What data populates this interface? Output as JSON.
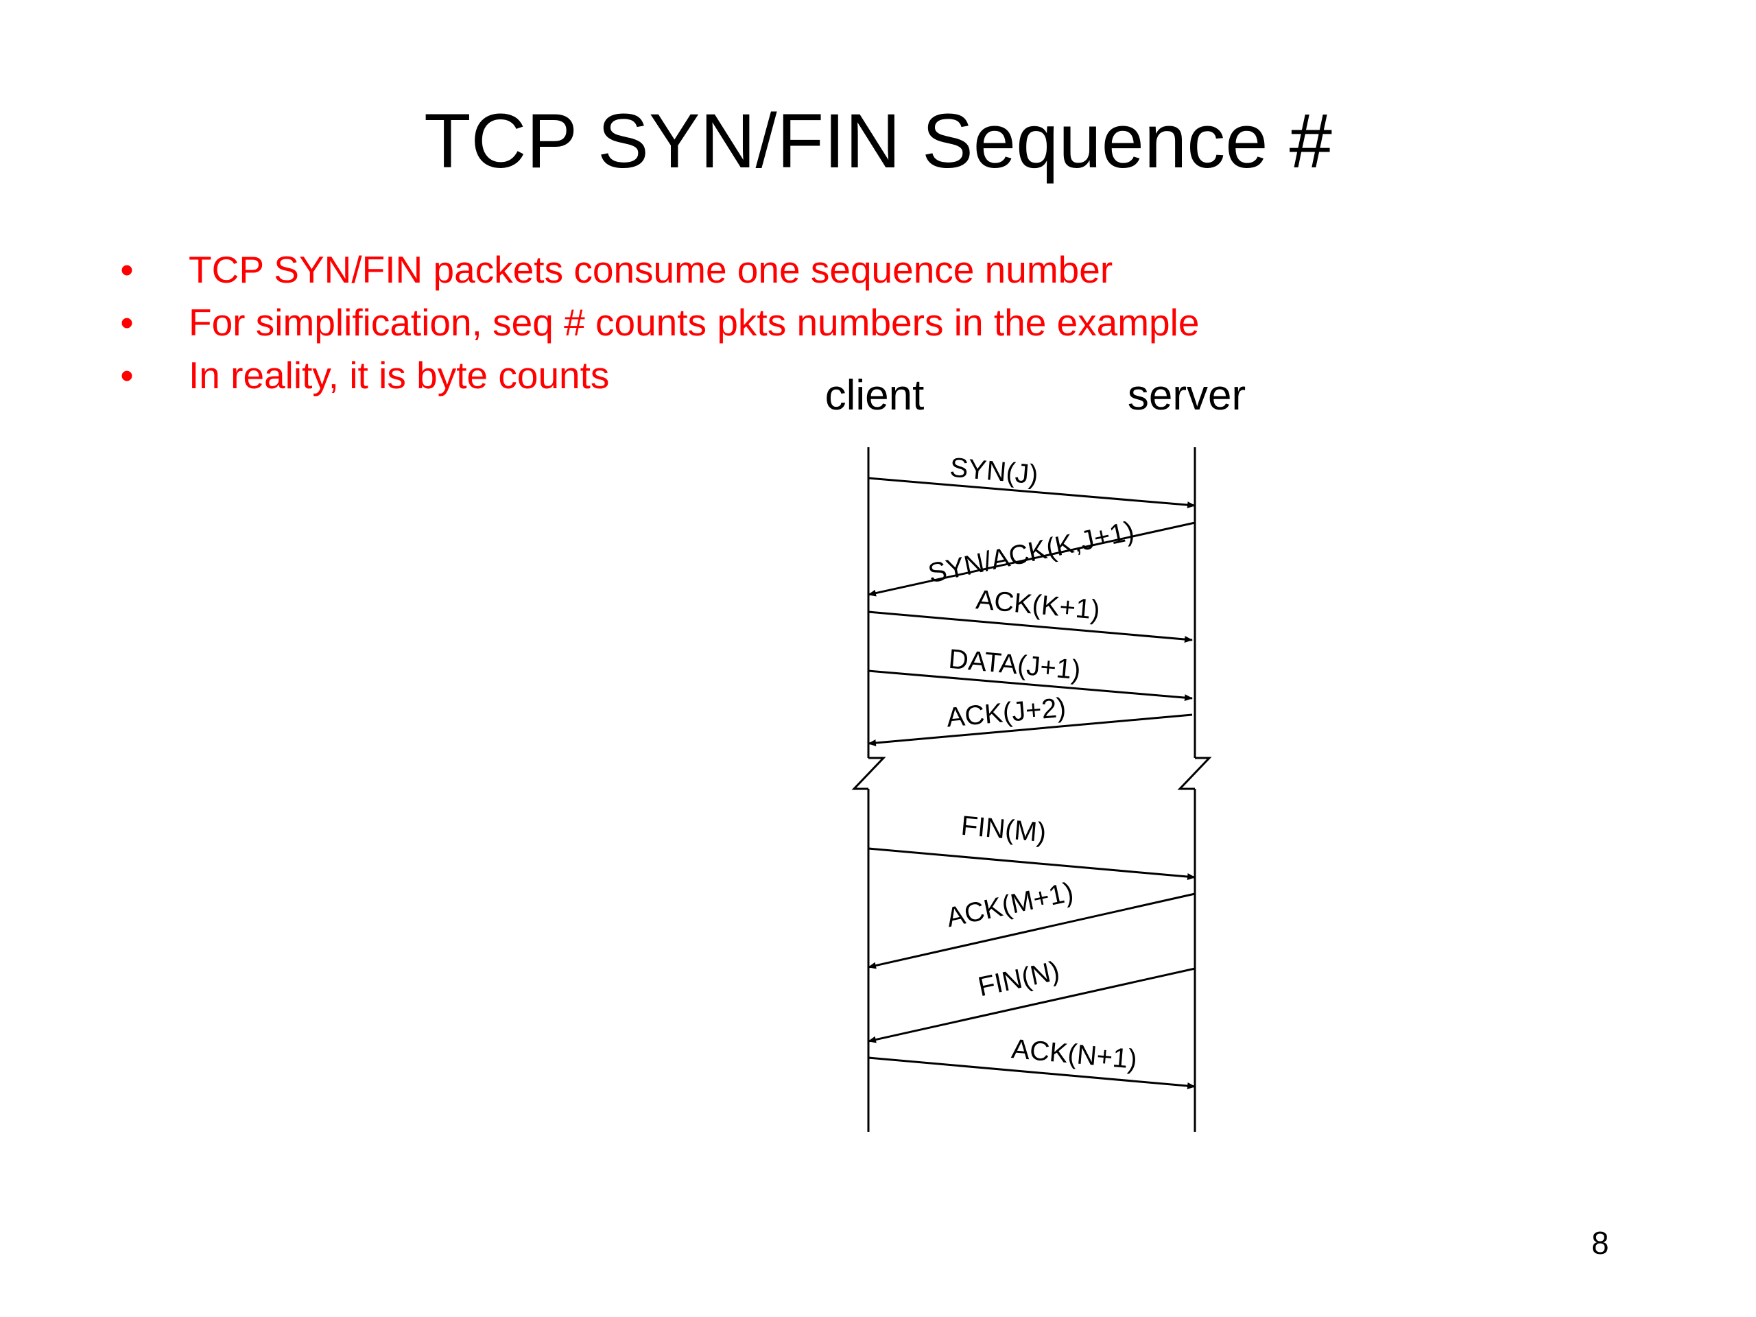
{
  "slide": {
    "title": "TCP SYN/FIN Sequence #",
    "bullets": [
      "TCP SYN/FIN packets consume one sequence number",
      "For simplification, seq # counts pkts numbers in the example",
      "In reality, it is byte counts"
    ],
    "bullet_color": "#ff0000",
    "page_number": "8"
  },
  "diagram": {
    "endpoints": {
      "client": "client",
      "server": "server"
    },
    "messages": [
      {
        "label": "SYN(J)",
        "from": "client",
        "to": "server"
      },
      {
        "label": "SYN/ACK(K,J+1)",
        "from": "server",
        "to": "client"
      },
      {
        "label": "ACK(K+1)",
        "from": "client",
        "to": "server"
      },
      {
        "label": "DATA(J+1)",
        "from": "client",
        "to": "server"
      },
      {
        "label": "ACK(J+2)",
        "from": "server",
        "to": "client"
      },
      {
        "label": "FIN(M)",
        "from": "client",
        "to": "server"
      },
      {
        "label": "ACK(M+1)",
        "from": "server",
        "to": "client"
      },
      {
        "label": "FIN(N)",
        "from": "server",
        "to": "client"
      },
      {
        "label": "ACK(N+1)",
        "from": "client",
        "to": "server"
      }
    ],
    "timeline_break": "between ACK(J+2) and FIN(M)"
  }
}
